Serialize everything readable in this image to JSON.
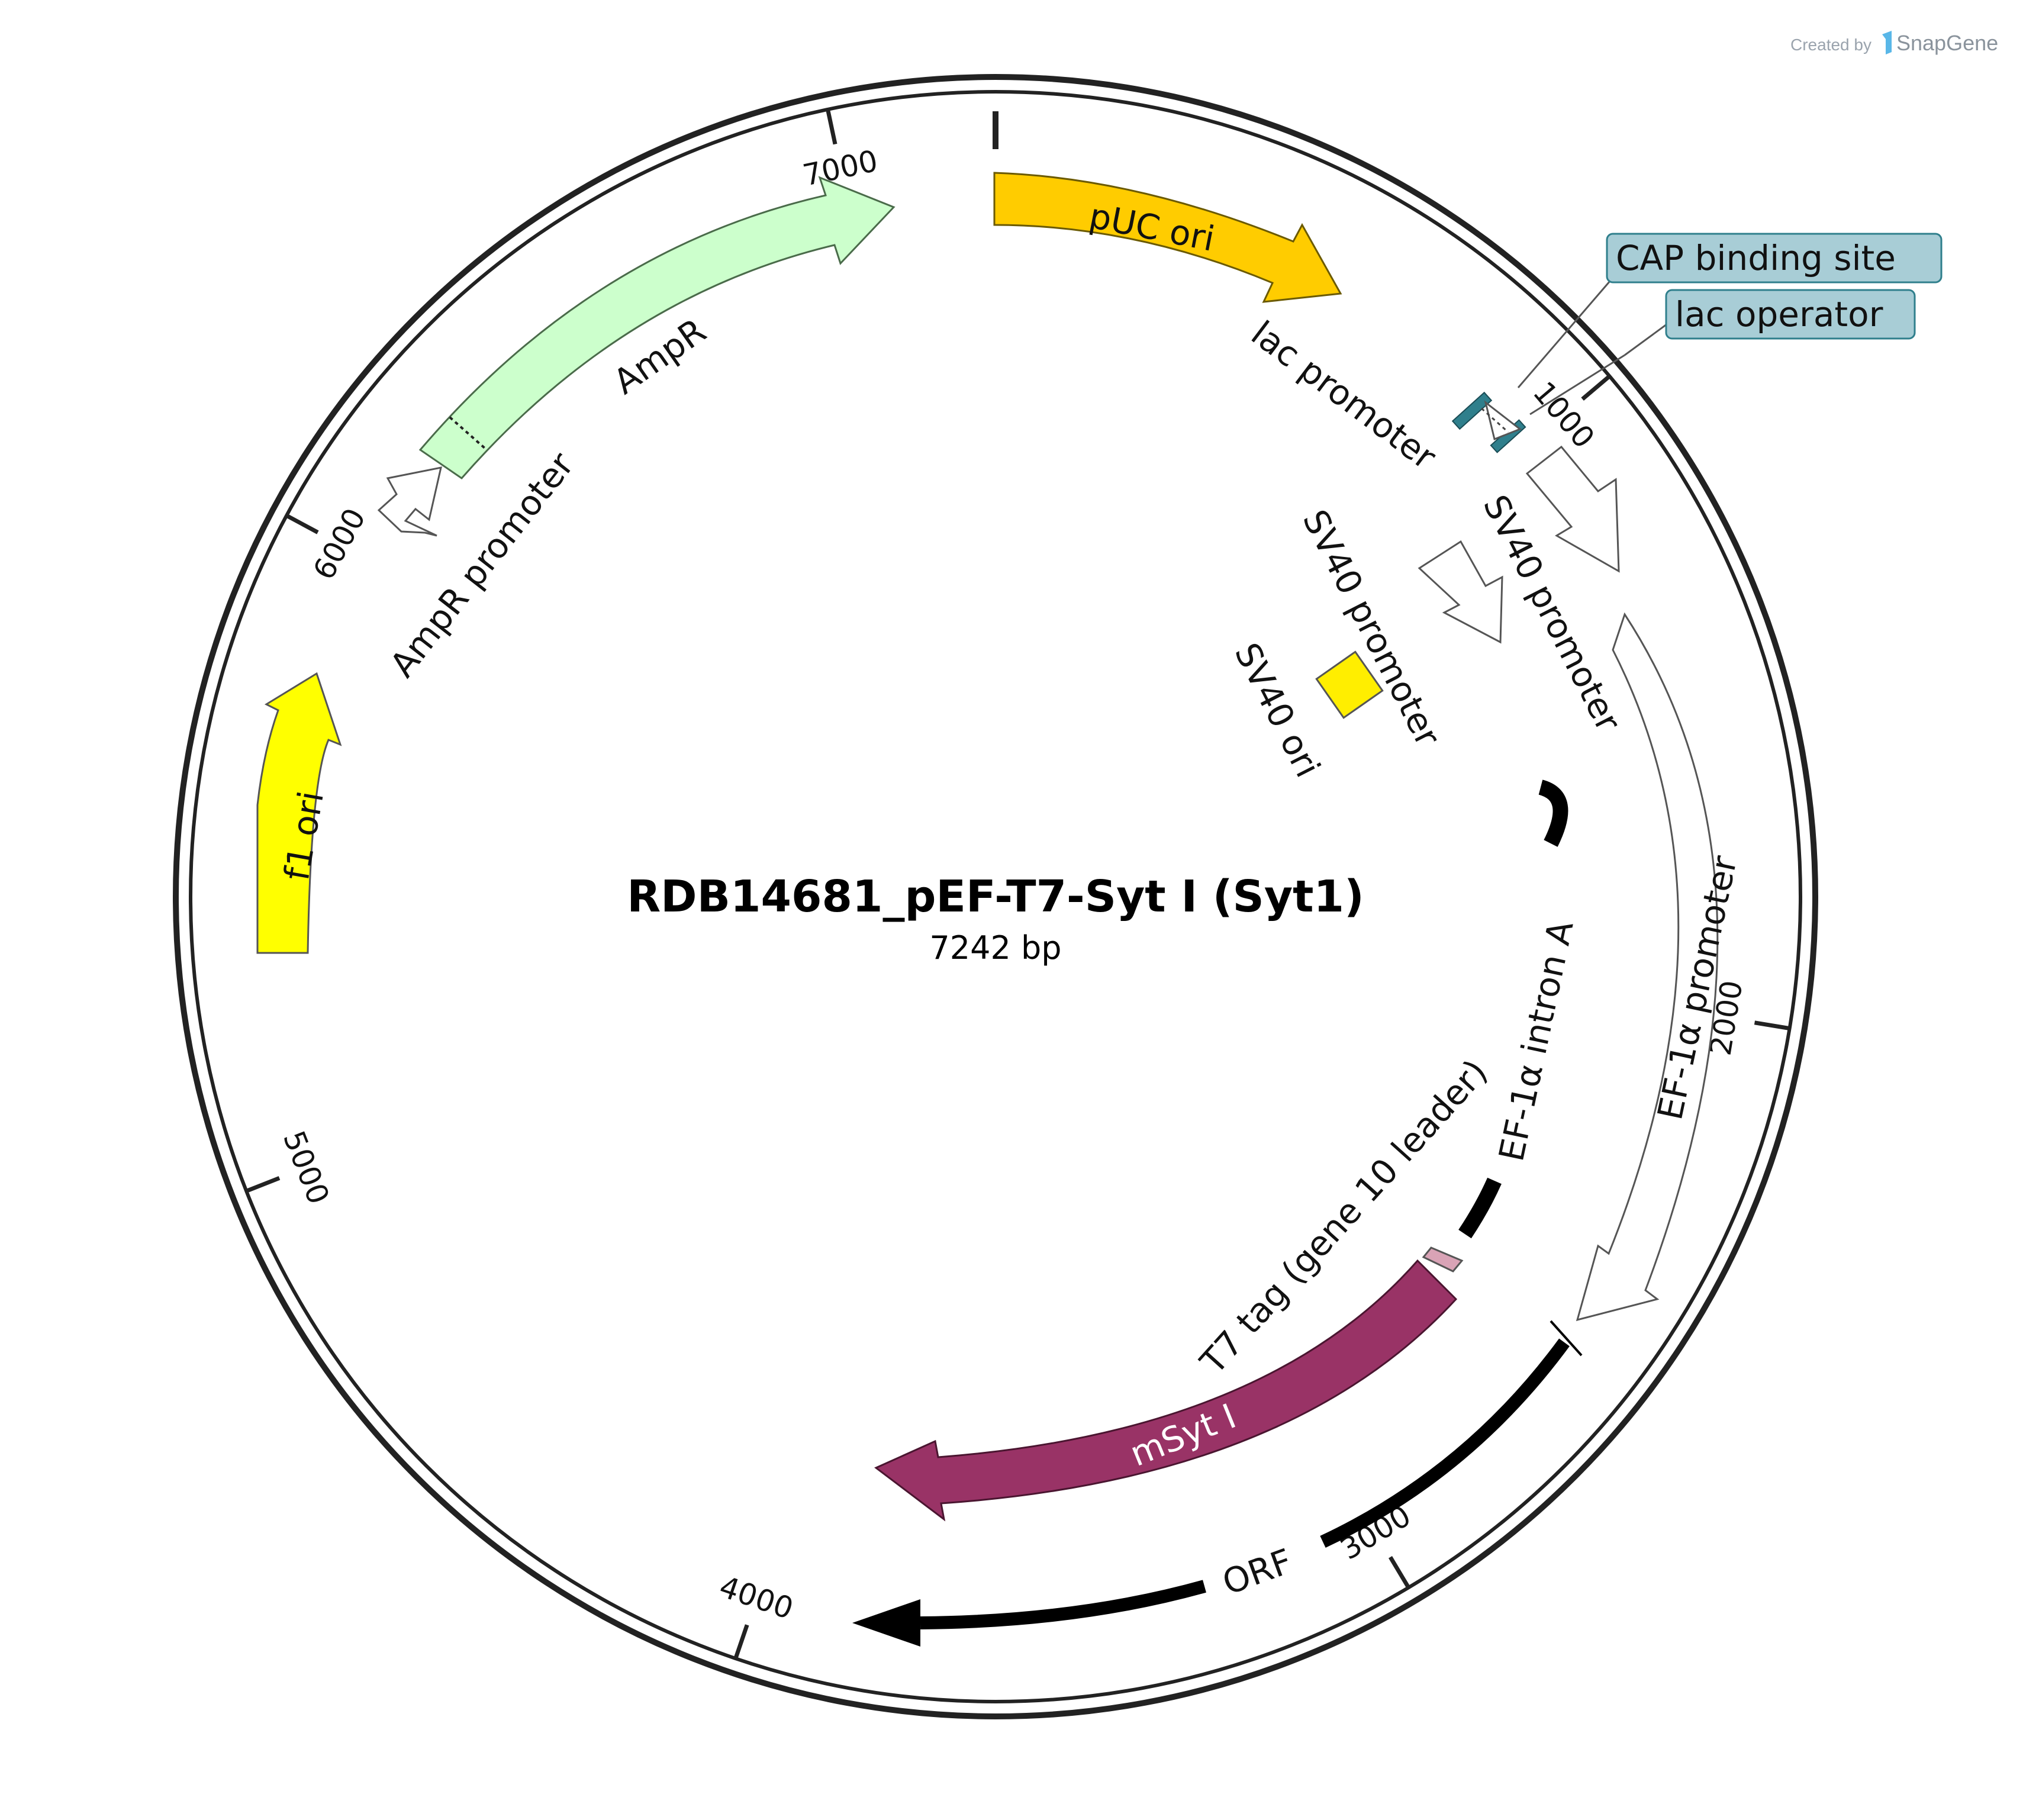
{
  "credit": {
    "prefix": "Created by",
    "brand": "SnapGene"
  },
  "plasmid": {
    "name": "RDB14681_pEF-T7-Syt I (Syt1)",
    "length_label": "7242 bp",
    "length_bp": 7242
  },
  "ticks": [
    "1000",
    "2000",
    "3000",
    "4000",
    "5000",
    "6000",
    "7000"
  ],
  "features": [
    {
      "label": "pUC ori",
      "color": "#ffcc00"
    },
    {
      "label": "lac promoter",
      "color": "#ffffff"
    },
    {
      "label": "SV40 promoter",
      "color": "#ffffff"
    },
    {
      "label": "SV40 promoter",
      "color": "#ffffff"
    },
    {
      "label": "SV40 ori",
      "color": "#ffee00"
    },
    {
      "label": "EF-1α promoter",
      "color": "#ffffff"
    },
    {
      "label": "EF-1α intron A",
      "color": "#000000"
    },
    {
      "label": "T7 tag (gene 10 leader)",
      "color": "#d9a3b6"
    },
    {
      "label": "mSyt I",
      "color": "#993366"
    },
    {
      "label": "ORF",
      "color": "#000000"
    },
    {
      "label": "f1 ori",
      "color": "#ffff00"
    },
    {
      "label": "AmpR promoter",
      "color": "#ffffff"
    },
    {
      "label": "AmpR",
      "color": "#ccffcc"
    }
  ],
  "callouts": [
    {
      "label": "CAP binding site",
      "color": "#a8cdd6"
    },
    {
      "label": "lac operator",
      "color": "#a8cdd6"
    }
  ]
}
